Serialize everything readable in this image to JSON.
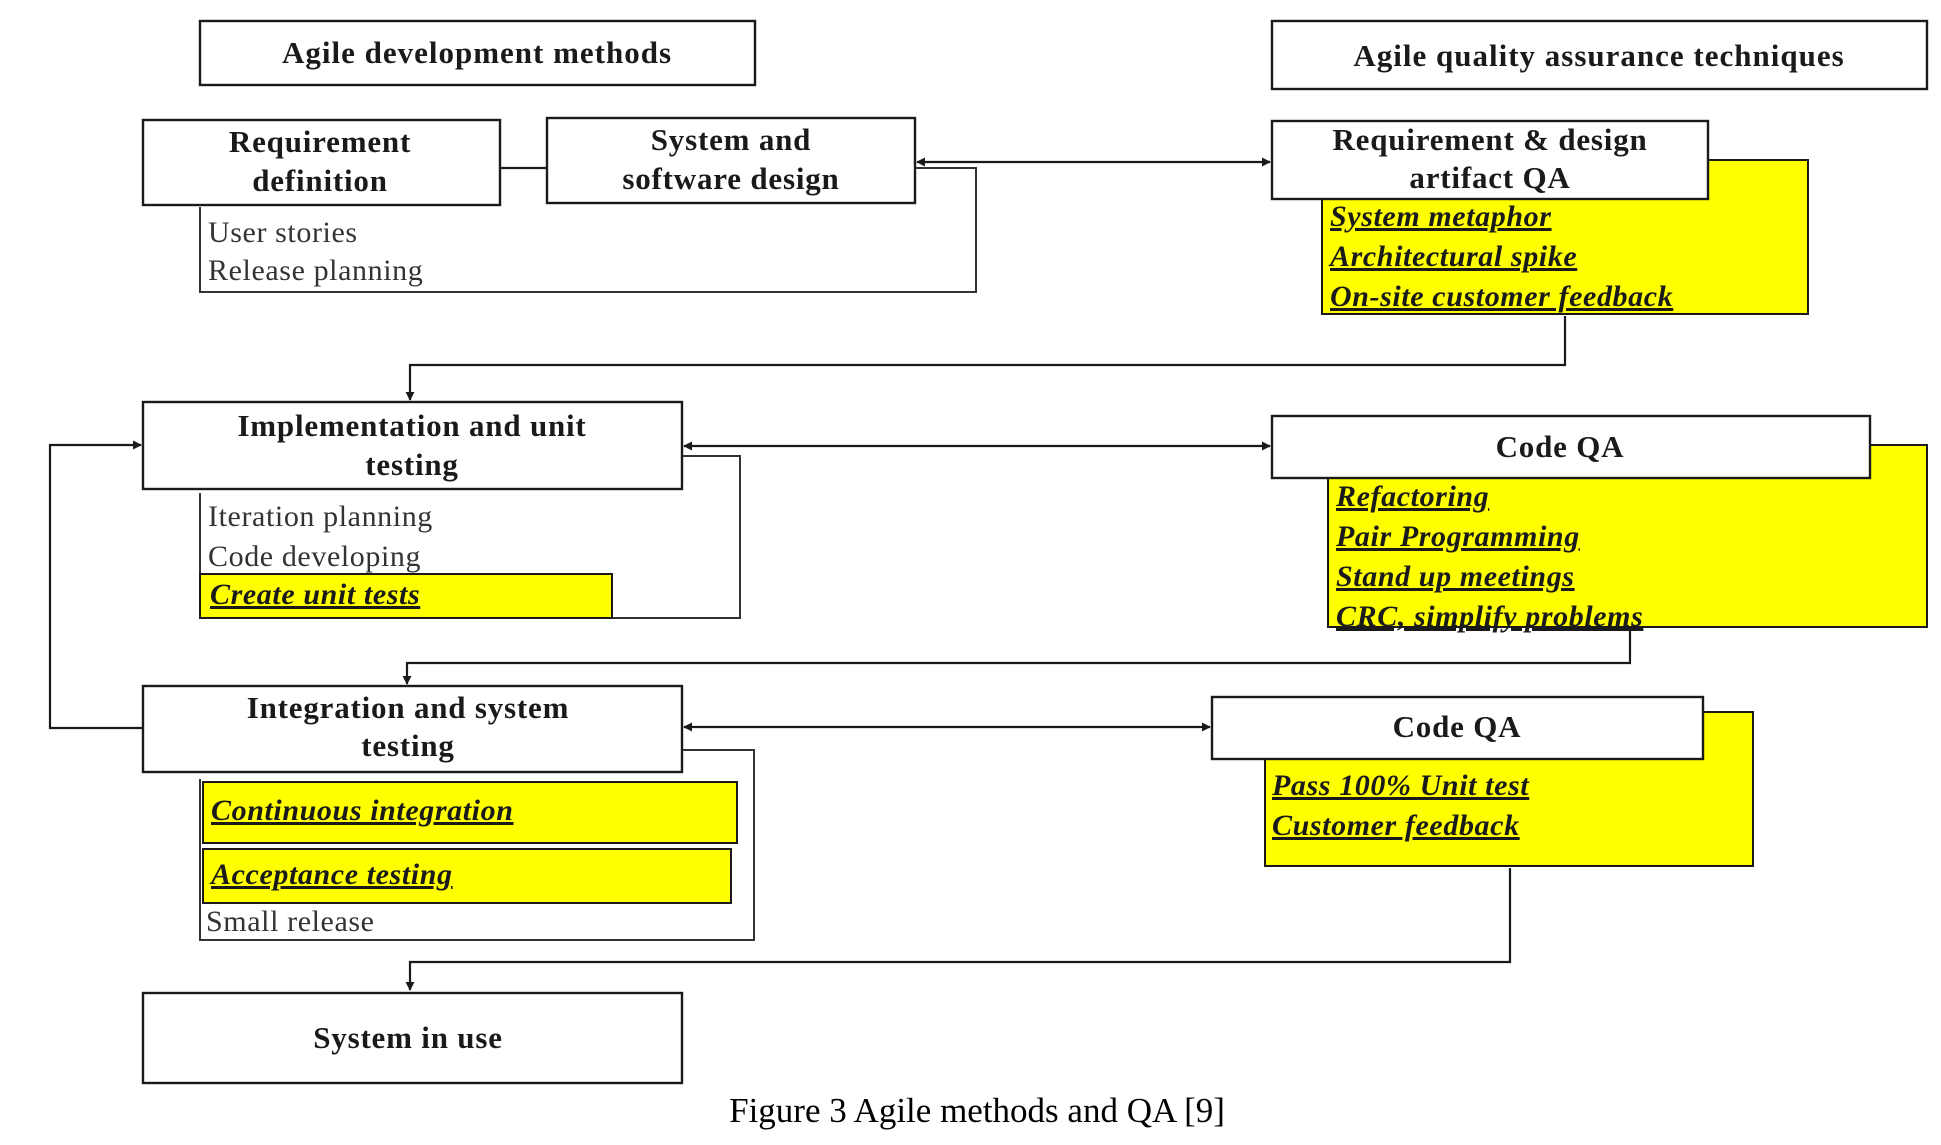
{
  "headers": {
    "left": "Agile development methods",
    "right": "Agile quality assurance techniques"
  },
  "stages": {
    "req_def": [
      "Requirement",
      "definition"
    ],
    "sys_design": [
      "System and",
      "software design"
    ],
    "impl": [
      "Implementation and unit",
      "testing"
    ],
    "integration": [
      "Integration and system",
      "testing"
    ],
    "system_in_use": "System in use"
  },
  "methods": {
    "req": [
      "User stories",
      "Release planning"
    ],
    "impl": [
      "Iteration planning",
      "Code developing"
    ],
    "impl_highlight": "Create unit tests",
    "integration_highlight": [
      "Continuous integration",
      "Acceptance testing"
    ],
    "integration_plain": "Small release"
  },
  "qa": {
    "req_design": {
      "title": [
        "Requirement & design",
        "artifact QA"
      ],
      "techniques": [
        "System metaphor",
        "Architectural spike",
        "On-site customer feedback"
      ]
    },
    "code": {
      "title": "Code QA",
      "techniques": [
        "Refactoring",
        "Pair Programming",
        "Stand up meetings",
        "CRC, simplify problems"
      ]
    },
    "code2": {
      "title": "Code QA",
      "techniques": [
        "Pass 100% Unit test",
        "Customer feedback"
      ]
    }
  },
  "caption": "Figure 3 Agile methods and QA [9]",
  "colors": {
    "highlight": "#ffff00",
    "ink": "#1a1a1a"
  }
}
